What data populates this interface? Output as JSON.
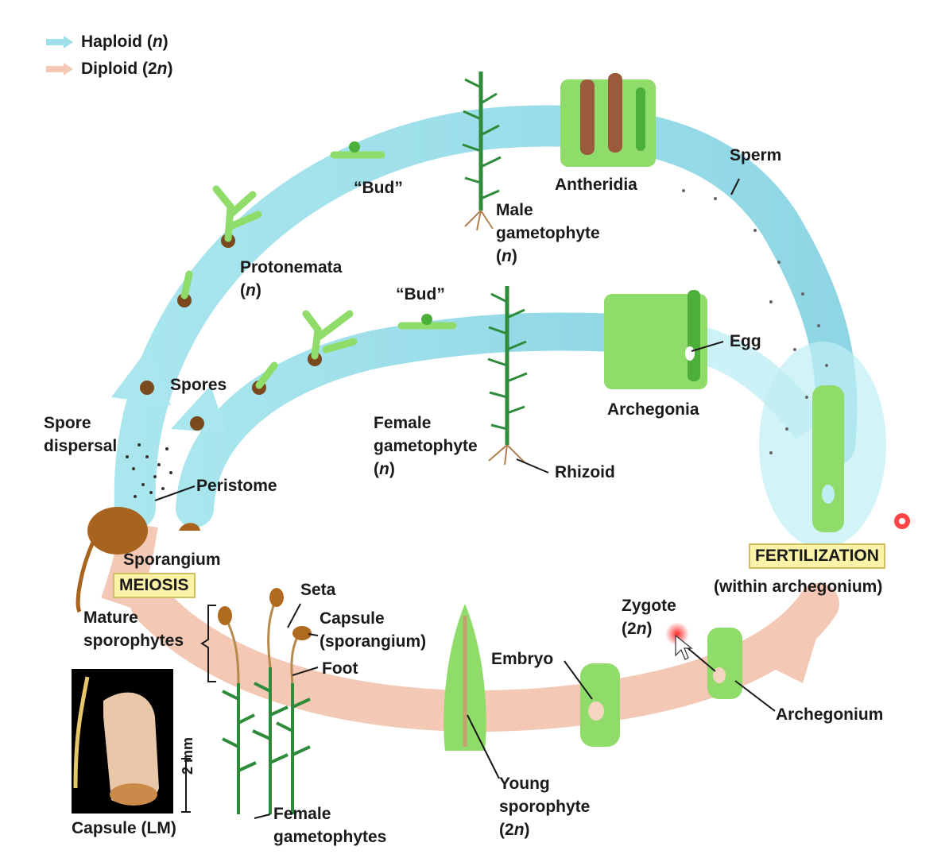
{
  "legend": {
    "haploid_label": "Haploid (",
    "haploid_sym": "n",
    "haploid_close": ")",
    "diploid_label": "Diploid (2",
    "diploid_sym": "n",
    "diploid_close": ")",
    "haploid_color": "#9fe0ea",
    "diploid_color": "#f3c9b6"
  },
  "labels": {
    "bud_top": "“Bud”",
    "bud_mid": "“Bud”",
    "antheridia": "Antheridia",
    "sperm": "Sperm",
    "male_gametophyte_1": "Male",
    "male_gametophyte_2": "gametophyte",
    "male_gametophyte_3": "n",
    "protonemata_1": "Protonemata",
    "protonemata_2": "n",
    "egg": "Egg",
    "archegonia": "Archegonia",
    "spores": "Spores",
    "spore_dispersal_1": "Spore",
    "spore_dispersal_2": "dispersal",
    "female_gametophyte_1": "Female",
    "female_gametophyte_2": "gametophyte",
    "female_gametophyte_3": "n",
    "rhizoid": "Rhizoid",
    "peristome": "Peristome",
    "sporangium": "Sporangium",
    "meiosis": "MEIOSIS",
    "fertilization": "FERTILIZATION",
    "within_archegonium": "(within archegonium)",
    "zygote_1": "Zygote",
    "zygote_2": "2n",
    "seta": "Seta",
    "capsule_1": "Capsule",
    "capsule_2": "(sporangium)",
    "foot": "Foot",
    "mature_sporophytes_1": "Mature",
    "mature_sporophytes_2": "sporophytes",
    "embryo": "Embryo",
    "archegonium": "Archegonium",
    "young_sporophyte_1": "Young",
    "young_sporophyte_2": "sporophyte",
    "young_sporophyte_3": "2n",
    "female_gametophytes_1": "Female",
    "female_gametophytes_2": "gametophytes",
    "capsule_lm": "Capsule (LM)",
    "scale": "2 mm"
  }
}
